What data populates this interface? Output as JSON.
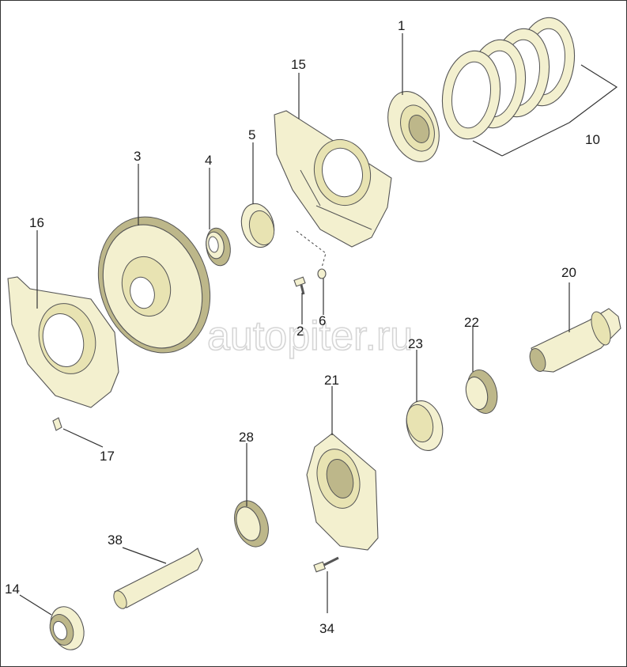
{
  "watermark": "autopiter.ru",
  "colors": {
    "part_fill": "#f3f0cf",
    "part_shade": "#e8e3b2",
    "outline": "#555555",
    "leader": "#333333"
  },
  "callouts": {
    "c1": "1",
    "c10": "10",
    "c15": "15",
    "c5": "5",
    "c3": "3",
    "c4": "4",
    "c16": "16",
    "c20": "20",
    "c2": "2",
    "c6": "6",
    "c22": "22",
    "c23": "23",
    "c21": "21",
    "c17": "17",
    "c28": "28",
    "c38": "38",
    "c14": "14",
    "c34": "34"
  }
}
